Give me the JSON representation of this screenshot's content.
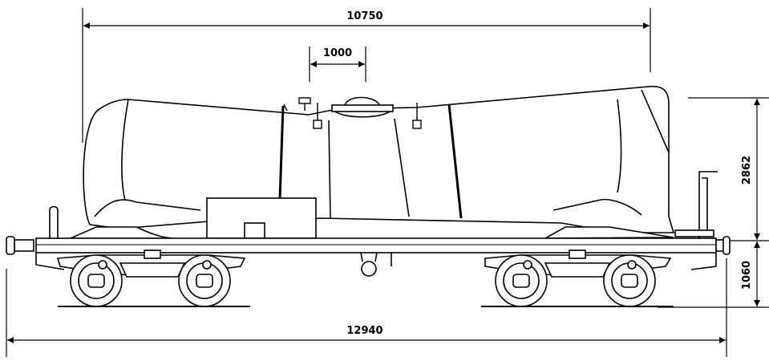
{
  "drawing": {
    "subject": "tank-wagon-side-elevation",
    "line_color": "#000000",
    "background": "#ffffff"
  },
  "dimensions": {
    "tank_length": "10750",
    "dome_width": "1000",
    "tank_height": "2862",
    "deck_height": "1060",
    "overall_length": "12940"
  }
}
